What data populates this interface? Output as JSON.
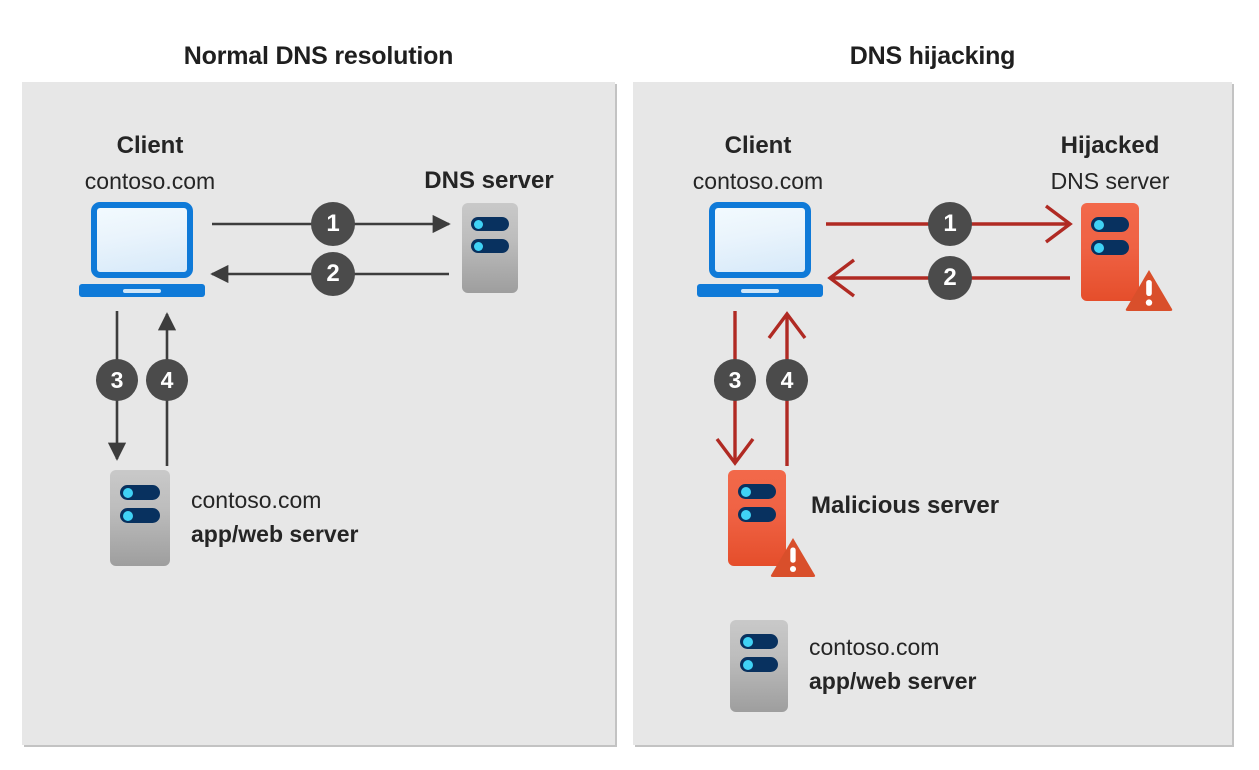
{
  "diagram": {
    "left_panel": {
      "title": "Normal DNS resolution",
      "client": {
        "name": "Client",
        "domain": "contoso.com"
      },
      "dns_server": {
        "name": "DNS server"
      },
      "app_server": {
        "domain": "contoso.com",
        "role": "app/web server"
      },
      "steps": [
        "1",
        "2",
        "3",
        "4"
      ]
    },
    "right_panel": {
      "title": "DNS hijacking",
      "client": {
        "name": "Client",
        "domain": "contoso.com"
      },
      "hijacked_dns_server": {
        "name": "Hijacked",
        "subtitle": "DNS server"
      },
      "malicious_server": {
        "name": "Malicious server"
      },
      "app_server": {
        "domain": "contoso.com",
        "role": "app/web server"
      },
      "steps": [
        "1",
        "2",
        "3",
        "4"
      ]
    }
  },
  "colors": {
    "panel_background": "#e7e7e7",
    "page_background": "#ffffff",
    "step_badge": "#4b4b4b",
    "normal_arrow": "#3d3d3d",
    "hijack_arrow": "#b02a23",
    "laptop_blue": "#0f7ad8",
    "server_gray": "#bdbdbd",
    "server_orange": "#ef6244",
    "warning_red": "#d94f2b",
    "server_bay_navy": "#08315f",
    "server_bay_dot": "#40d2f5",
    "text": "#252525"
  },
  "icons": {
    "laptop": "laptop-icon",
    "server": "server-icon",
    "warning": "warning-triangle-icon"
  }
}
